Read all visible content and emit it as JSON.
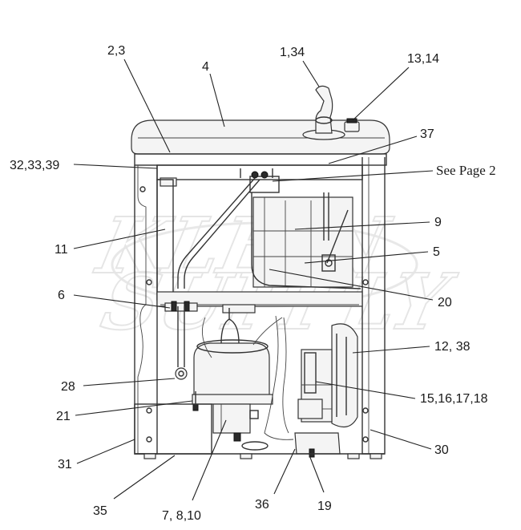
{
  "watermark": {
    "text": "KLEIN SUPPLY"
  },
  "callouts": {
    "c_2_3": "2,3",
    "c_1_34": "1,34",
    "c_13_14": "13,14",
    "c_4": "4",
    "c_37": "37",
    "c_32_33_39": "32,33,39",
    "c_see_page_2": "See Page 2",
    "c_9": "9",
    "c_11": "11",
    "c_5": "5",
    "c_6": "6",
    "c_20": "20",
    "c_12_38": "12, 38",
    "c_28": "28",
    "c_15_16_17_18": "15,16,17,18",
    "c_21": "21",
    "c_30": "30",
    "c_31": "31",
    "c_35": "35",
    "c_36": "36",
    "c_19": "19",
    "c_7_8_10": "7, 8,10"
  }
}
